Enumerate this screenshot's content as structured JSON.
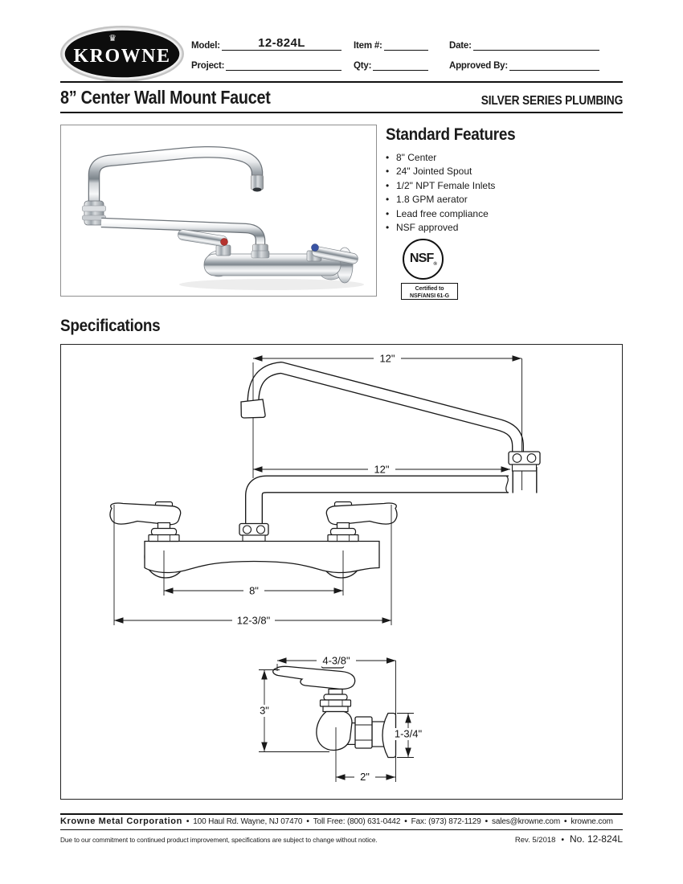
{
  "header": {
    "logo": {
      "brand": "KROWNE",
      "crown": "♛"
    },
    "fields": {
      "model_label": "Model:",
      "model_value": "12-824L",
      "item_label": "Item #:",
      "item_value": "",
      "date_label": "Date:",
      "date_value": "",
      "project_label": "Project:",
      "project_value": "",
      "qty_label": "Qty:",
      "qty_value": "",
      "approved_label": "Approved By:",
      "approved_value": ""
    }
  },
  "title_bar": {
    "product_title": "8” Center Wall Mount Faucet",
    "series": "SILVER SERIES PLUMBING"
  },
  "features": {
    "heading": "Standard Features",
    "bullet": "•",
    "items": [
      "8\" Center",
      "24\" Jointed Spout",
      "1/2\" NPT Female Inlets",
      "1.8 GPM aerator",
      "Lead free compliance",
      "NSF approved"
    ],
    "nsf": {
      "mark": "NSF",
      "registered": "®",
      "cert_line1": "Certified to",
      "cert_line2": "NSF/ANSI 61-G"
    }
  },
  "specs": {
    "heading": "Specifications",
    "front_view": {
      "dim_spout_upper": "12\"",
      "dim_spout_lower": "12\"",
      "dim_center": "8\"",
      "dim_overall": "12-3/8\""
    },
    "side_view": {
      "dim_width": "4-3/8\"",
      "dim_height": "3\"",
      "dim_flange": "1-3/4\"",
      "dim_wall": "2\""
    }
  },
  "footer": {
    "company": "Krowne Metal Corporation",
    "bullet": "•",
    "address": "100 Haul Rd. Wayne, NJ 07470",
    "toll_free": "Toll Free: (800) 631-0442",
    "fax": "Fax: (973) 872-1129",
    "email": "sales@krowne.com",
    "website": "krowne.com",
    "disclaimer": "Due to our commitment to continued product improvement, specifications are subject to change without notice.",
    "revision": "Rev. 5/2018",
    "doc_number": "No. 12-824L"
  }
}
